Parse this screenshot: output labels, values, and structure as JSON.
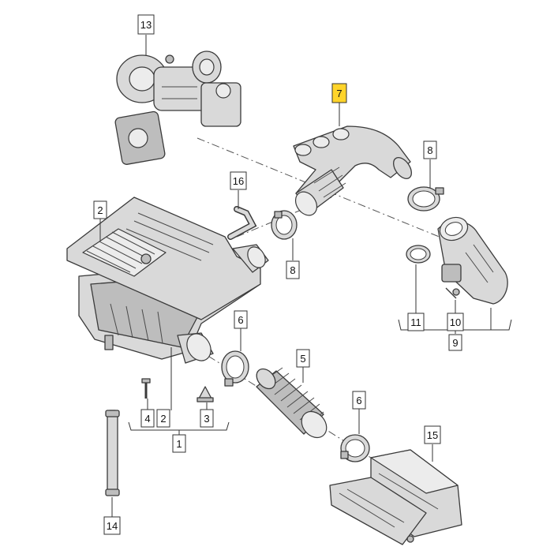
{
  "callouts": [
    {
      "id": "c13",
      "label": "13",
      "highlighted": false
    },
    {
      "id": "c7",
      "label": "7",
      "highlighted": true
    },
    {
      "id": "c8a",
      "label": "8",
      "highlighted": false
    },
    {
      "id": "c16",
      "label": "16",
      "highlighted": false
    },
    {
      "id": "c2a",
      "label": "2",
      "highlighted": false
    },
    {
      "id": "c8b",
      "label": "8",
      "highlighted": false
    },
    {
      "id": "c11",
      "label": "11",
      "highlighted": false
    },
    {
      "id": "c10",
      "label": "10",
      "highlighted": false
    },
    {
      "id": "c9",
      "label": "9",
      "highlighted": false
    },
    {
      "id": "c6a",
      "label": "6",
      "highlighted": false
    },
    {
      "id": "c5",
      "label": "5",
      "highlighted": false
    },
    {
      "id": "c6b",
      "label": "6",
      "highlighted": false
    },
    {
      "id": "c4",
      "label": "4",
      "highlighted": false
    },
    {
      "id": "c2b",
      "label": "2",
      "highlighted": false
    },
    {
      "id": "c3",
      "label": "3",
      "highlighted": false
    },
    {
      "id": "c1",
      "label": "1",
      "highlighted": false
    },
    {
      "id": "c15",
      "label": "15",
      "highlighted": false
    },
    {
      "id": "c14",
      "label": "14",
      "highlighted": false
    }
  ],
  "colors": {
    "highlight": "#ffd42a",
    "part_fill": "#d9d9d9",
    "outline": "#3a3a3a"
  }
}
